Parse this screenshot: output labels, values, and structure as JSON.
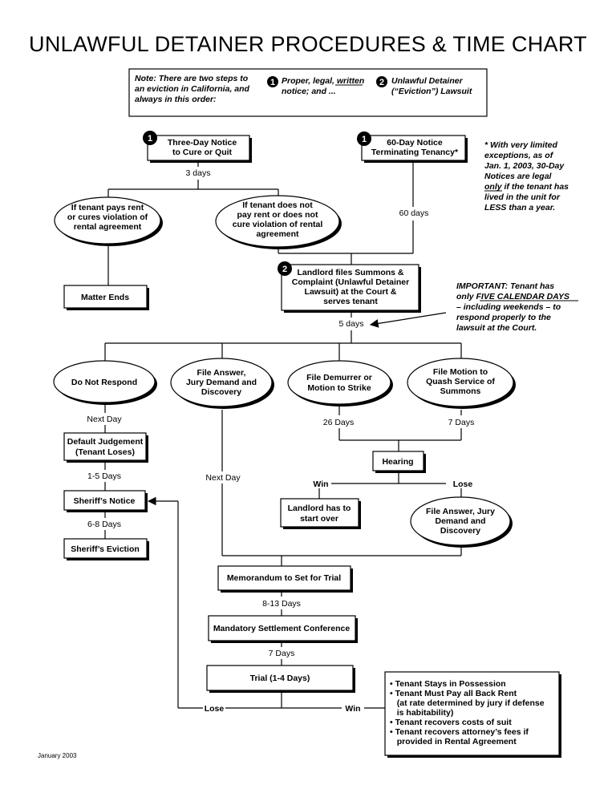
{
  "title": "UNLAWFUL DETAINER PROCEDURES & TIME CHART",
  "note": {
    "intro": [
      "Note: There are two steps to",
      "an eviction in California, and",
      "always in this order:"
    ],
    "step1_number": "1",
    "step1": [
      "Proper, legal, written",
      "notice; and ..."
    ],
    "step2_number": "2",
    "step2": [
      "Unlawful Detainer",
      "(“Eviction”) Lawsuit"
    ]
  },
  "nodes": {
    "three_day": {
      "number": "1",
      "lines": [
        "Three-Day Notice",
        "to Cure or Quit"
      ]
    },
    "sixty_day": {
      "number": "1",
      "lines": [
        "60-Day Notice",
        "Terminating Tenancy*"
      ]
    },
    "pays_rent": {
      "lines": [
        "If tenant pays rent",
        "or cures violation of",
        "rental agreement"
      ]
    },
    "not_pay": {
      "lines": [
        "If tenant does not",
        "pay rent or does not",
        "cure violation of rental",
        "agreement"
      ]
    },
    "matter_ends": {
      "lines": [
        "Matter Ends"
      ]
    },
    "landlord_files": {
      "number": "2",
      "lines": [
        "Landlord files Summons &",
        "Complaint (Unlawful Detainer",
        "Lawsuit) at the Court &",
        "serves tenant"
      ]
    },
    "do_not_respond": {
      "lines": [
        "Do Not Respond"
      ]
    },
    "file_answer": {
      "lines": [
        "File Answer,",
        "Jury Demand and",
        "Discovery"
      ]
    },
    "file_demurrer": {
      "lines": [
        "File Demurrer or",
        "Motion to Strike"
      ]
    },
    "file_motion": {
      "lines": [
        "File Motion to",
        "Quash Service of",
        "Summons"
      ]
    },
    "default_judgement": {
      "lines": [
        "Default Judgement",
        "(Tenant Loses)"
      ]
    },
    "hearing": {
      "lines": [
        "Hearing"
      ]
    },
    "sheriffs_notice": {
      "lines": [
        "Sheriff’s Notice"
      ]
    },
    "landlord_start_over": {
      "lines": [
        "Landlord has to",
        "start over"
      ]
    },
    "file_answer_2": {
      "lines": [
        "File Answer, Jury",
        "Demand and",
        "Discovery"
      ]
    },
    "sheriffs_eviction": {
      "lines": [
        "Sheriff’s Eviction"
      ]
    },
    "memorandum": {
      "lines": [
        "Memorandum to Set for Trial"
      ]
    },
    "mandatory_settlement": {
      "lines": [
        "Mandatory Settlement Conference"
      ]
    },
    "trial": {
      "lines": [
        "Trial (1-4 Days)"
      ]
    },
    "win_outcomes": {
      "lines": [
        "• Tenant Stays in Possession",
        "• Tenant Must Pay all Back Rent",
        "   (at rate determined by jury if defense",
        "   is habitability)",
        "• Tenant recovers costs of suit",
        "• Tenant recovers attorney’s fees if",
        "   provided in Rental Agreement"
      ]
    }
  },
  "edge_labels": {
    "three_days": "3 days",
    "sixty_days": "60 days",
    "five_days": "5 days",
    "next_day_1": "Next Day",
    "twenty_six_days": "26 Days",
    "seven_days_1": "7 Days",
    "one_five_days": "1-5 Days",
    "next_day_2": "Next Day",
    "win_hearing": "Win",
    "lose_hearing": "Lose",
    "six_eight_days": "6-8 Days",
    "eight_thirteen_days": "8-13 Days",
    "seven_days_2": "7 Days",
    "lose_trial": "Lose",
    "win_trial": "Win"
  },
  "footnote": [
    "*  With very limited",
    "exceptions, as of",
    "Jan. 1, 2003, 30-Day",
    "Notices are legal",
    "only if the tenant has",
    "lived in the unit for",
    "LESS than a year."
  ],
  "important": [
    "IMPORTANT: Tenant has",
    "only FIVE CALENDAR DAYS",
    "– including weekends – to",
    "respond properly to the",
    "lawsuit at the Court."
  ],
  "date": "January 2003"
}
